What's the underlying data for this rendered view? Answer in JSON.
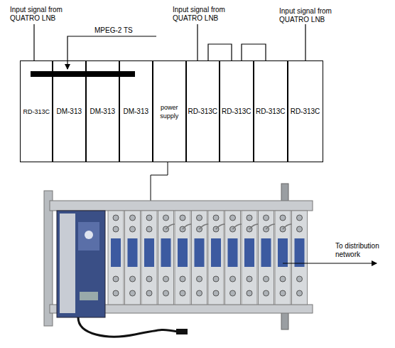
{
  "diagram": {
    "nodes": [
      {
        "text": [
          "RD-313C"
        ]
      },
      {
        "text": [
          "DM-313"
        ]
      },
      {
        "text": [
          "DM-313"
        ]
      },
      {
        "text": [
          "DM-313"
        ]
      },
      {
        "text": [
          "power supply"
        ]
      },
      {
        "text": [
          "RD-313C"
        ]
      },
      {
        "text": [
          "RD-313C"
        ]
      },
      {
        "text": [
          "RD-313C"
        ]
      },
      {
        "text": [
          "RD-313C"
        ]
      }
    ],
    "edges": [
      {
        "from": 5,
        "to": 6,
        "arrow": "none"
      },
      {
        "from": 6,
        "to": 7,
        "arrow": "none"
      }
    ],
    "labels": [
      "Input signal from QUATRO LNB",
      "MPEG-2 TS",
      "Input signal from QUATRO LNB",
      "Input signal from QUATRO LNB",
      "To distribution network"
    ]
  }
}
